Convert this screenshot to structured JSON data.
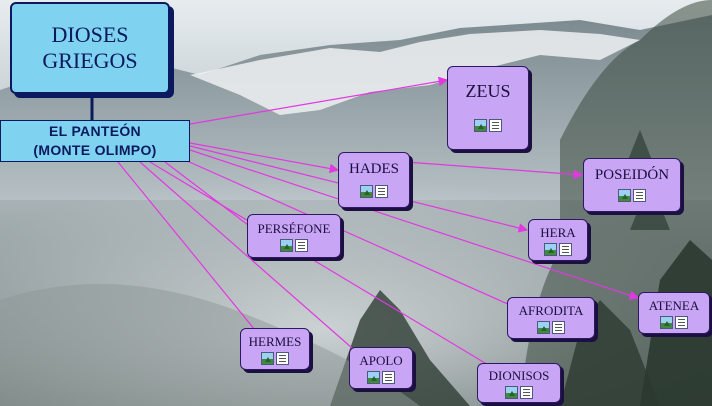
{
  "title": "DIOSES\nGRIEGOS",
  "root": "EL PANTEÓN\n(MONTE OLIMPO)",
  "colors": {
    "node_fill": "#c9a6f5",
    "root_fill": "#7fd3f0",
    "link": "#e238e2",
    "border": "#0b1a5e"
  },
  "nodes": [
    {
      "id": "zeus",
      "label": "ZEUS"
    },
    {
      "id": "hades",
      "label": "HADES"
    },
    {
      "id": "poseidon",
      "label": "POSEIDÓN"
    },
    {
      "id": "hera",
      "label": "HERA"
    },
    {
      "id": "persefone",
      "label": "PERSÉFONE"
    },
    {
      "id": "afrodita",
      "label": "AFRODITA"
    },
    {
      "id": "atenea",
      "label": "ATENEA"
    },
    {
      "id": "hermes",
      "label": "HERMES"
    },
    {
      "id": "apolo",
      "label": "APOLO"
    },
    {
      "id": "dionisos",
      "label": "DIONISOS"
    }
  ],
  "icons": [
    "image-icon",
    "document-icon"
  ]
}
